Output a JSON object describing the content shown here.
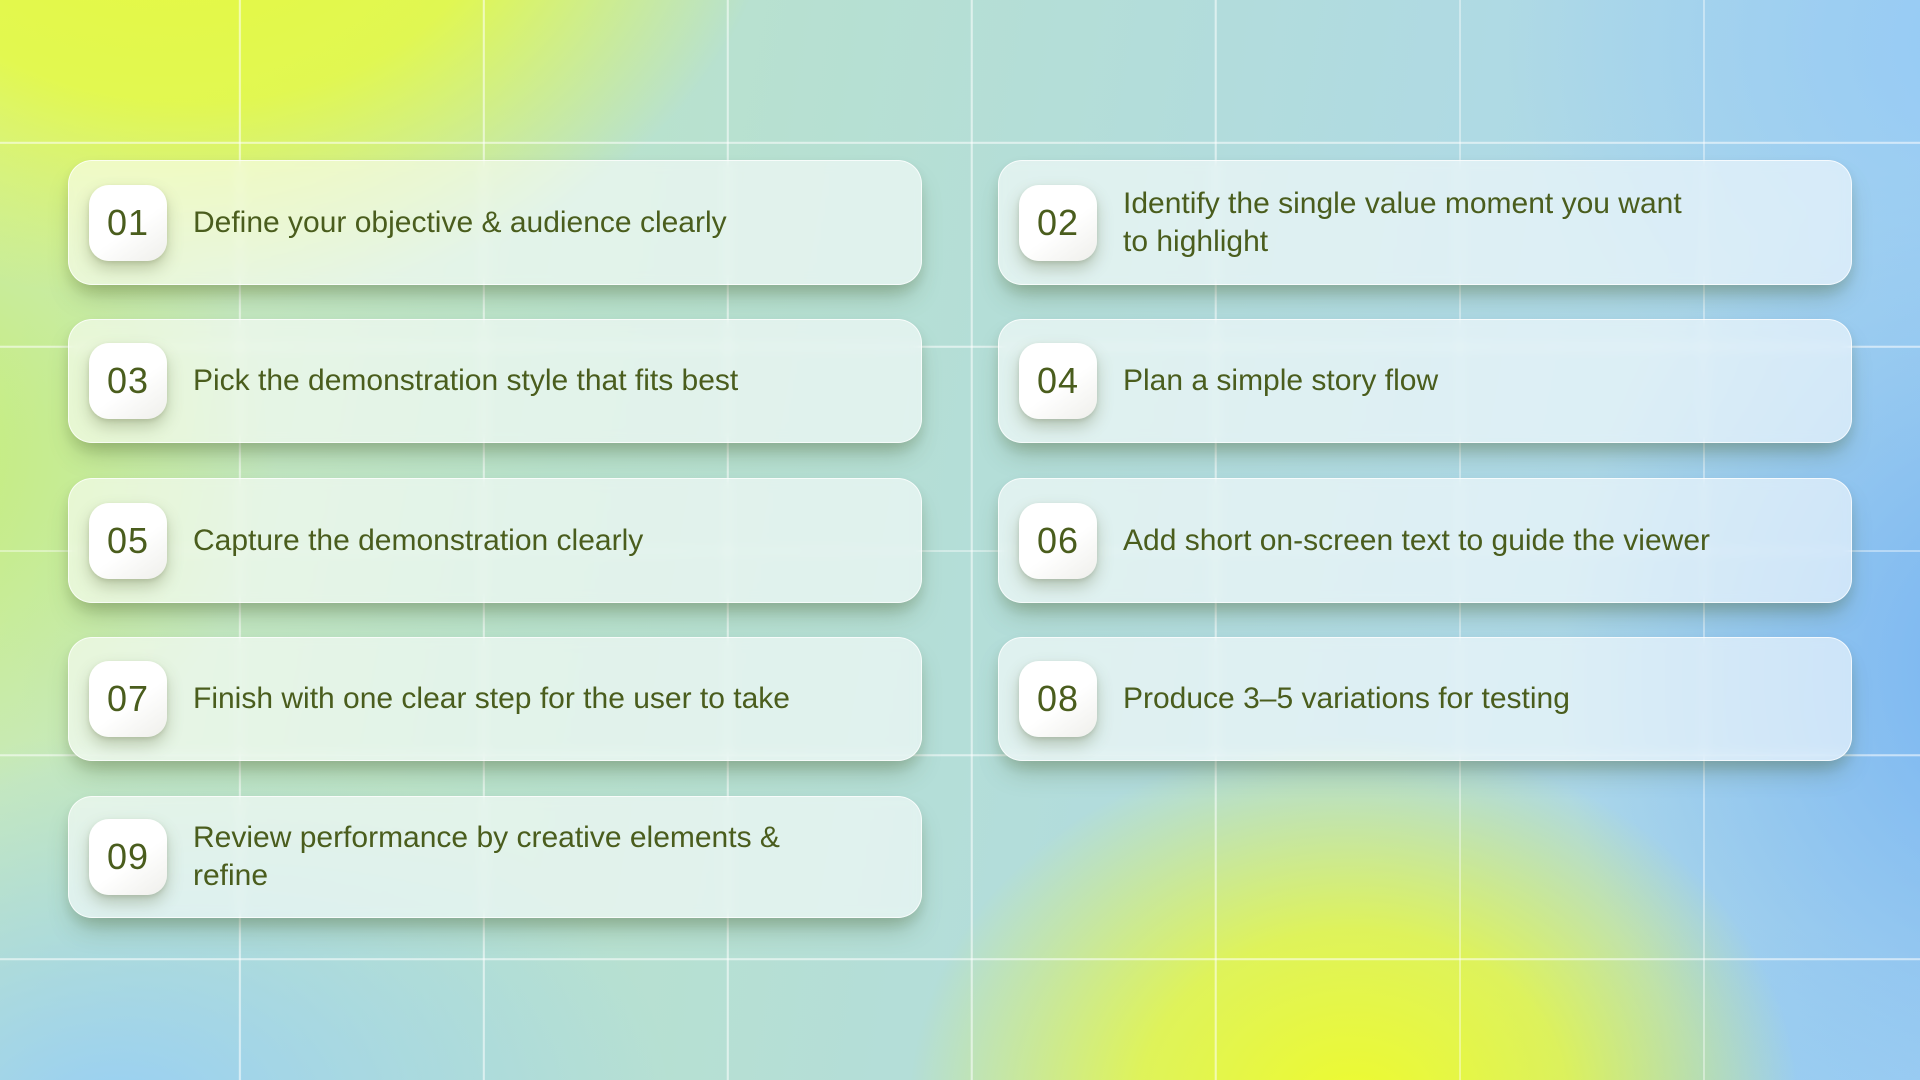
{
  "steps": [
    {
      "number": "01",
      "text": "Define your objective & audience clearly"
    },
    {
      "number": "02",
      "text": "Identify the single value moment you want\nto highlight"
    },
    {
      "number": "03",
      "text": "Pick the demonstration style that fits best"
    },
    {
      "number": "04",
      "text": "Plan a simple story flow"
    },
    {
      "number": "05",
      "text": "Capture the demonstration clearly"
    },
    {
      "number": "06",
      "text": "Add short on-screen text to guide the viewer"
    },
    {
      "number": "07",
      "text": "Finish with one clear step for the user to take"
    },
    {
      "number": "08",
      "text": "Produce 3–5 variations for testing"
    },
    {
      "number": "09",
      "text": "Review performance by creative elements &\nrefine"
    }
  ],
  "palette": {
    "step_text_color": "#4a5d1d",
    "badge_bg": "#ffffff",
    "bg_yellow": "#e7fa3d",
    "bg_green_yellow": "#c4ee6c",
    "bg_teal": "#b3ddda",
    "bg_blue": "#8ec7f6",
    "grid_line_color": "#ffffff"
  }
}
